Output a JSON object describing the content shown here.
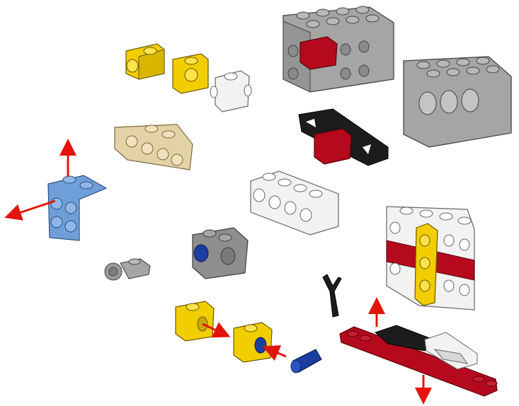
{
  "colors": {
    "yellow": "#f2cd00",
    "yellow_dark": "#c9a800",
    "light_gray": "#a5a5a5",
    "light_gray_dark": "#7e7e7e",
    "dark_red": "#b50a1e",
    "black": "#1c1c1c",
    "tan": "#e3d2a6",
    "white": "#f2f2f2",
    "blue_medium": "#6f9fd8",
    "dark_gray": "#5f5f5f",
    "blue": "#1c3ea0",
    "arrow_red": "#e3140b"
  },
  "parts": [
    "yellow-bracket-1x1",
    "yellow-bracket-1x1-b",
    "white-brick-1x1-studs-side",
    "tan-bracket-1x4",
    "blue-bracket-2x2",
    "gray-plate-round-clip",
    "gray-technic-brick-1x2",
    "yellow-technic-brick-1x1",
    "yellow-technic-brick-1x1-with-pin",
    "blue-technic-pin",
    "black-antenna",
    "gray-brick-2x4-with-red-block",
    "gray-brick-2x4-holes",
    "black-plate-with-red-block",
    "white-brick-1x4-studs-side",
    "white-red-wall-with-yellow-plate",
    "red-plate-assembly"
  ],
  "arrows": [
    "up",
    "left",
    "right",
    "left",
    "up",
    "down"
  ]
}
